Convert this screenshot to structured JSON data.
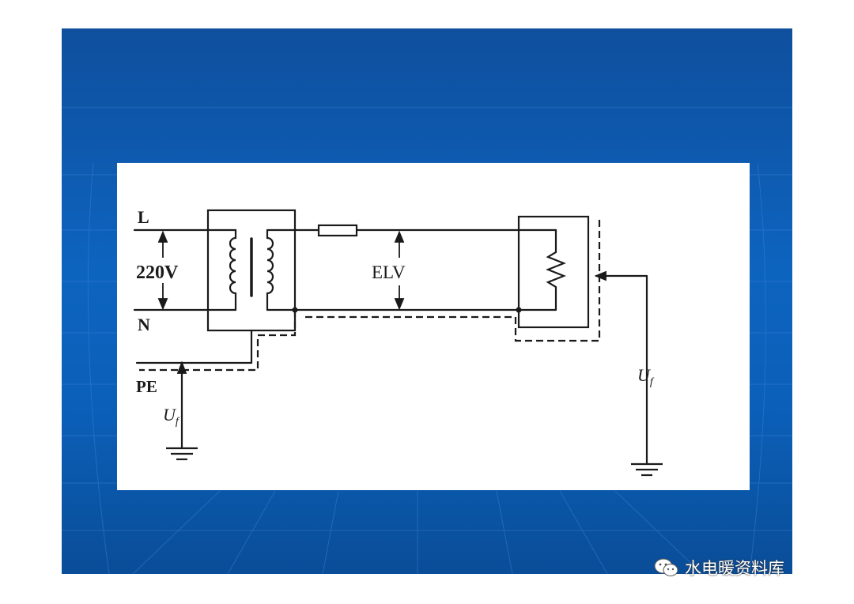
{
  "diagram": {
    "labels": {
      "line": "L",
      "neutral": "N",
      "mains_voltage": "220V",
      "protective_earth": "PE",
      "elv": "ELV",
      "fault_voltage_left": "U",
      "fault_voltage_left_sub": "f",
      "fault_voltage_right": "U",
      "fault_voltage_right_sub": "f"
    }
  },
  "watermark": {
    "text": "水电暖资料库",
    "icon": "wechat-icon"
  },
  "colors": {
    "slide_blue": "#0d64bf",
    "line": "#1a1a1a"
  }
}
